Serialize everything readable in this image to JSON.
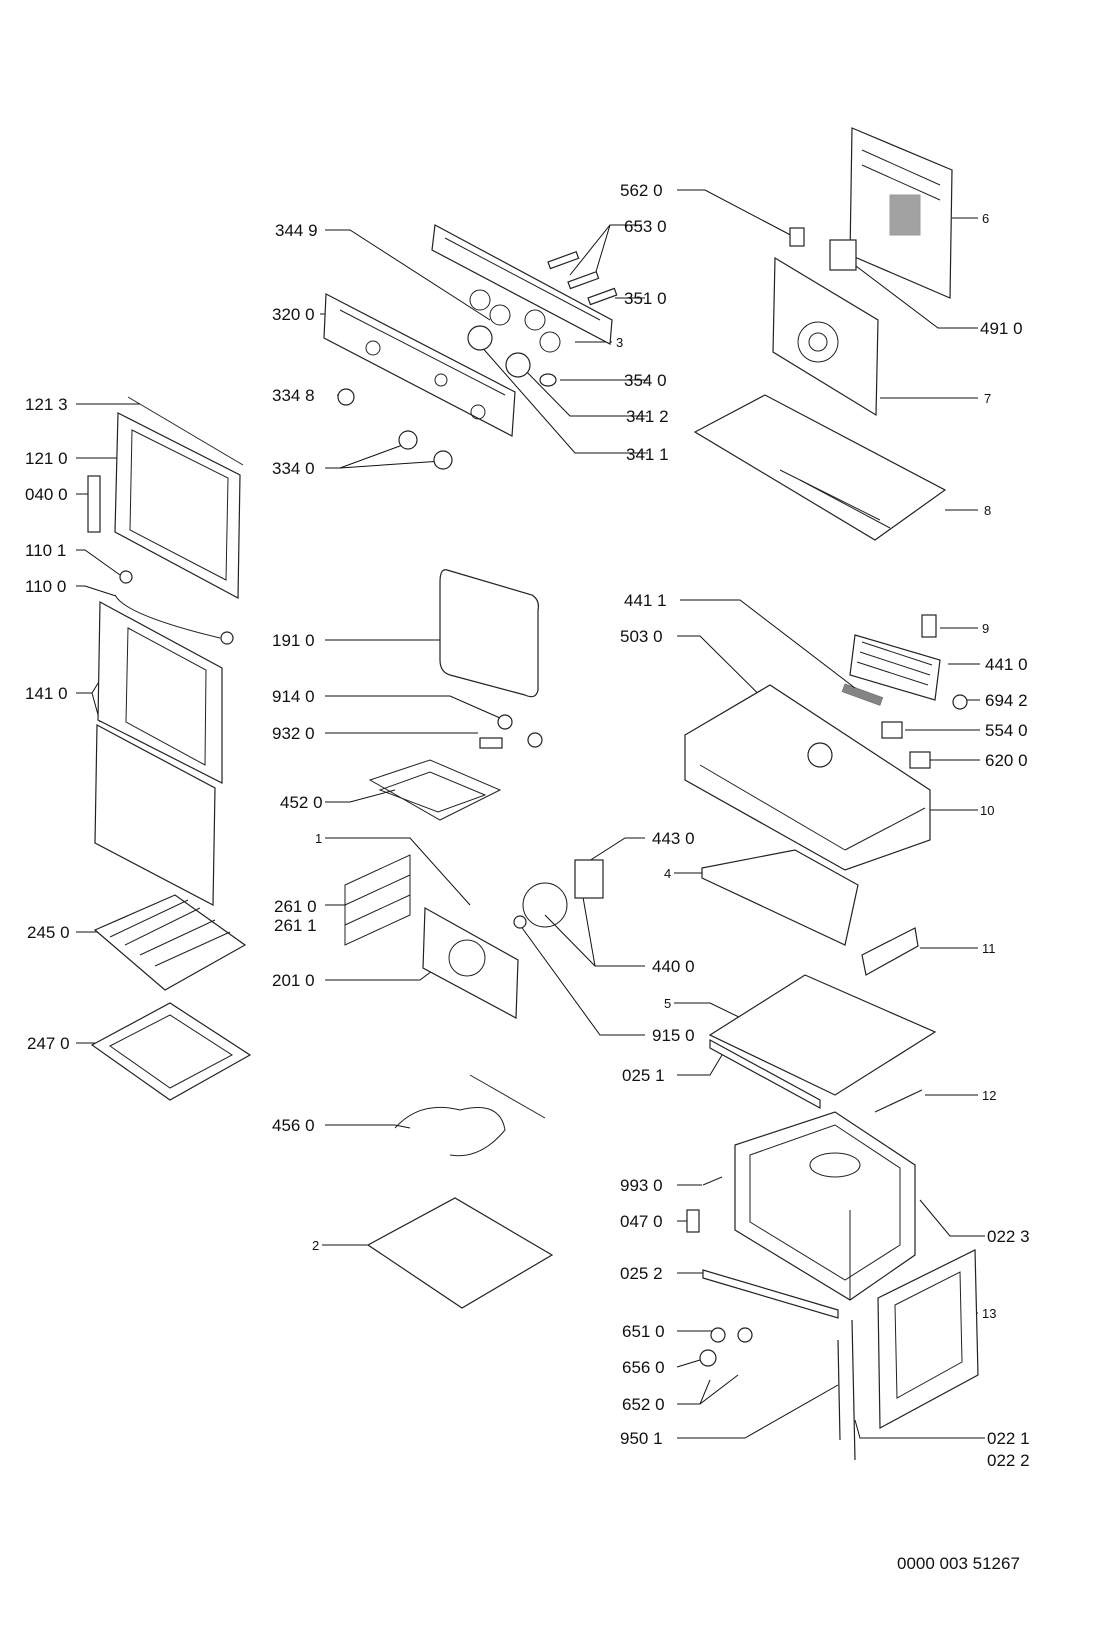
{
  "doc_number": "0000 003 51267",
  "labels": [
    {
      "id": "l5620",
      "text": "562 0"
    },
    {
      "id": "l6530",
      "text": "653 0"
    },
    {
      "id": "l3449",
      "text": "344 9"
    },
    {
      "id": "l3510",
      "text": "351 0"
    },
    {
      "id": "l3200",
      "text": "320 0"
    },
    {
      "id": "l3",
      "text": "3"
    },
    {
      "id": "l3540",
      "text": "354 0"
    },
    {
      "id": "l3348",
      "text": "334 8"
    },
    {
      "id": "l3412",
      "text": "341 2"
    },
    {
      "id": "l3411",
      "text": "341 1"
    },
    {
      "id": "l3340",
      "text": "334 0"
    },
    {
      "id": "l6",
      "text": "6"
    },
    {
      "id": "l4910",
      "text": "491 0"
    },
    {
      "id": "l7",
      "text": "7"
    },
    {
      "id": "l8",
      "text": "8"
    },
    {
      "id": "l1213",
      "text": "121 3"
    },
    {
      "id": "l1210",
      "text": "121 0"
    },
    {
      "id": "l0400",
      "text": "040 0"
    },
    {
      "id": "l1101",
      "text": "110 1"
    },
    {
      "id": "l1100",
      "text": "110 0"
    },
    {
      "id": "l1410",
      "text": "141 0"
    },
    {
      "id": "l2450",
      "text": "245 0"
    },
    {
      "id": "l2470",
      "text": "247 0"
    },
    {
      "id": "l1910",
      "text": "191 0"
    },
    {
      "id": "l9140",
      "text": "914 0"
    },
    {
      "id": "l9320",
      "text": "932 0"
    },
    {
      "id": "l4520",
      "text": "452 0"
    },
    {
      "id": "l1",
      "text": "1"
    },
    {
      "id": "l2610",
      "text": "261 0"
    },
    {
      "id": "l2611",
      "text": "261 1"
    },
    {
      "id": "l2010",
      "text": "201 0"
    },
    {
      "id": "l4430",
      "text": "443 0"
    },
    {
      "id": "l4400",
      "text": "440 0"
    },
    {
      "id": "l9150",
      "text": "915 0"
    },
    {
      "id": "l4560",
      "text": "456 0"
    },
    {
      "id": "l2",
      "text": "2"
    },
    {
      "id": "l4411",
      "text": "441 1"
    },
    {
      "id": "l5030",
      "text": "503 0"
    },
    {
      "id": "l9",
      "text": "9"
    },
    {
      "id": "l4410",
      "text": "441 0"
    },
    {
      "id": "l6942",
      "text": "694 2"
    },
    {
      "id": "l5540",
      "text": "554 0"
    },
    {
      "id": "l6200",
      "text": "620 0"
    },
    {
      "id": "l10",
      "text": "10"
    },
    {
      "id": "l4",
      "text": "4"
    },
    {
      "id": "l11",
      "text": "11"
    },
    {
      "id": "l5",
      "text": "5"
    },
    {
      "id": "l0251",
      "text": "025 1"
    },
    {
      "id": "l12",
      "text": "12"
    },
    {
      "id": "l9930",
      "text": "993 0"
    },
    {
      "id": "l0470",
      "text": "047 0"
    },
    {
      "id": "l0223",
      "text": "022 3"
    },
    {
      "id": "l0252",
      "text": "025 2"
    },
    {
      "id": "l13",
      "text": "13"
    },
    {
      "id": "l6510",
      "text": "651 0"
    },
    {
      "id": "l6560",
      "text": "656 0"
    },
    {
      "id": "l6520",
      "text": "652 0"
    },
    {
      "id": "l9501",
      "text": "950 1"
    },
    {
      "id": "l0221",
      "text": "022 1"
    },
    {
      "id": "l0222",
      "text": "022 2"
    }
  ]
}
